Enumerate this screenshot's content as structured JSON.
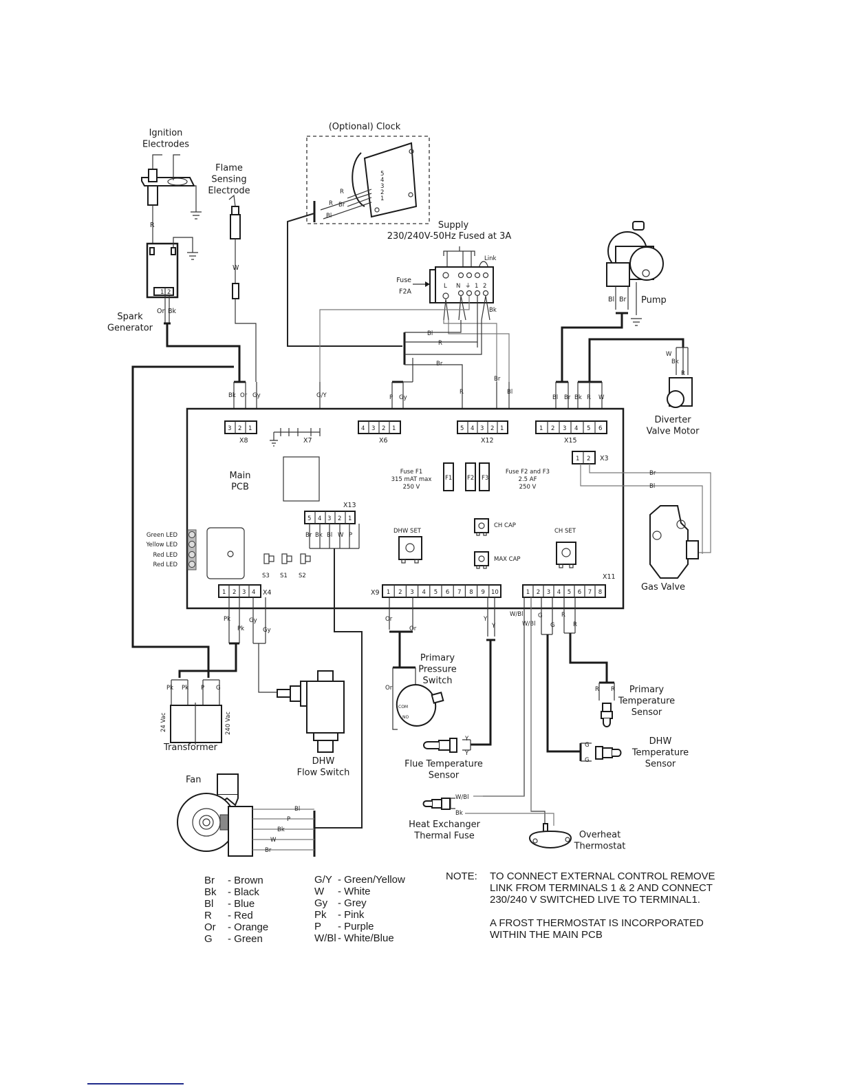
{
  "components": {
    "ignition_electrodes": "Ignition\nElectrodes",
    "flame_sensing_electrode": "Flame\nSensing\nElectrode",
    "spark_generator": "Spark\nGenerator",
    "clock": "(Optional) Clock",
    "clock_terminals": [
      "5",
      "4",
      "3",
      "2",
      "1"
    ],
    "clock_wires": [
      "R",
      "R",
      "Br",
      "Bl"
    ],
    "supply_line1": "Supply",
    "supply_line2": "230/240V-50Hz Fused at 3A",
    "supply_fuse": "Fuse\nF2A",
    "supply_link": "Link",
    "supply_terminals": [
      "L",
      "N",
      "⏚",
      "1",
      "2"
    ],
    "pump": "Pump",
    "diverter_valve_motor": "Diverter\nValve Motor",
    "gas_valve": "Gas Valve",
    "main_pcb": "Main\nPCB",
    "transformer": "Transformer",
    "transformer_24": "24 Vac",
    "transformer_240": "240 Vac",
    "dhw_flow_switch": "DHW\nFlow Switch",
    "fan": "Fan",
    "primary_pressure_switch": "Primary\nPressure\nSwitch",
    "pressure_com": "COM",
    "pressure_no": "NO",
    "flue_temperature_sensor": "Flue Temperature\nSensor",
    "primary_temperature_sensor": "Primary\nTemperature\nSensor",
    "dhw_temperature_sensor": "DHW\nTemperature\nSensor",
    "heat_exchanger_thermal_fuse": "Heat Exchanger\nThermal Fuse",
    "overheat_thermostat": "Overheat\nThermostat"
  },
  "pcb": {
    "fuse_f1": "Fuse F1\n315 mAT max\n250 V",
    "fuse_f2_f3": "Fuse F2 and F3\n2.5 AF\n250 V",
    "fuses": [
      "F1",
      "F2",
      "F3"
    ],
    "leds": [
      "Green LED",
      "Yellow LED",
      "Red LED",
      "Red LED"
    ],
    "switches": [
      "S3",
      "S1",
      "S2"
    ],
    "dhw_set": "DHW SET",
    "ch_set": "CH SET",
    "ch_cap": "CH CAP",
    "max_cap": "MAX CAP",
    "connectors": {
      "X8": {
        "name": "X8",
        "pins": [
          "3",
          "2",
          "1"
        ],
        "wires": [
          "Bk",
          "Or",
          "Gy"
        ]
      },
      "X7": {
        "name": "X7",
        "wires": [
          "G/Y"
        ]
      },
      "X6": {
        "name": "X6",
        "pins": [
          "4",
          "3",
          "2",
          "1"
        ],
        "wires": [
          "P",
          "Gy"
        ]
      },
      "X12": {
        "name": "X12",
        "pins": [
          "5",
          "4",
          "3",
          "2",
          "1"
        ],
        "wires": [
          "R",
          "Br",
          "Bl"
        ]
      },
      "X15": {
        "name": "X15",
        "pins": [
          "1",
          "2",
          "3",
          "4",
          "5",
          "6"
        ],
        "wires": [
          "Bl",
          "Br",
          "Bk",
          "R",
          "W"
        ]
      },
      "X3": {
        "name": "X3",
        "pins": [
          "1",
          "2"
        ],
        "wires": [
          "Br",
          "Bl"
        ]
      },
      "X13": {
        "name": "X13",
        "pins": [
          "5",
          "4",
          "3",
          "2",
          "1"
        ],
        "wires": [
          "Br",
          "Bk",
          "Bl",
          "W",
          "P"
        ]
      },
      "X4": {
        "name": "X4",
        "pins": [
          "1",
          "2",
          "3",
          "4"
        ],
        "wires": [
          "Pk",
          "Pk",
          "Gy",
          "Gy"
        ]
      },
      "X9": {
        "name": "X9",
        "pins": [
          "1",
          "2",
          "3",
          "4",
          "5",
          "6",
          "7",
          "8",
          "9",
          "10"
        ],
        "wires": [
          "Or",
          "Or",
          "Y",
          "Y"
        ]
      },
      "X11": {
        "name": "X11",
        "pins": [
          "1",
          "2",
          "3",
          "4",
          "5",
          "6",
          "7",
          "8"
        ],
        "wires": [
          "W/Bl",
          "W/Bl",
          "G",
          "G",
          "R",
          "R"
        ]
      }
    }
  },
  "wire_labels": {
    "ignition": "R",
    "flame": "W",
    "spark": [
      "Or",
      "Bk"
    ],
    "supply_bk": "Bk",
    "supply_harness": [
      "Bl",
      "R",
      "Br"
    ],
    "pump": [
      "Bl",
      "Br"
    ],
    "diverter": [
      "W",
      "Bk",
      "R"
    ],
    "transformer": [
      "Pk",
      "Pk",
      "P",
      "G"
    ],
    "pressure": [
      "Or",
      "Or"
    ],
    "flue": [
      "Y",
      "Y"
    ],
    "primary_temp": [
      "R",
      "R"
    ],
    "dhw_temp": [
      "G",
      "G"
    ],
    "thermal_fuse": [
      "W/Bl",
      "Bk"
    ],
    "fan": [
      "Bl",
      "P",
      "Bk",
      "W",
      "Br"
    ]
  },
  "legend": {
    "col1": [
      {
        "code": "Br",
        "name": "- Brown"
      },
      {
        "code": "Bk",
        "name": "- Black"
      },
      {
        "code": "Bl",
        "name": "- Blue"
      },
      {
        "code": "R",
        "name": "- Red"
      },
      {
        "code": "Or",
        "name": "- Orange"
      },
      {
        "code": "G",
        "name": "- Green"
      }
    ],
    "col2": [
      {
        "code": "G/Y",
        "name": "- Green/Yellow"
      },
      {
        "code": "W",
        "name": "- White"
      },
      {
        "code": "Gy",
        "name": "- Grey"
      },
      {
        "code": "Pk",
        "name": "- Pink"
      },
      {
        "code": "P",
        "name": "- Purple"
      },
      {
        "code": "W/Bl",
        "name": "- White/Blue"
      }
    ]
  },
  "note": {
    "label": "NOTE:",
    "para1": "TO CONNECT EXTERNAL CONTROL REMOVE LINK FROM TERMINALS 1 & 2 AND CONNECT 230/240 V SWITCHED LIVE TO TERMINAL1.",
    "para2": "A FROST THERMOSTAT IS INCORPORATED WITHIN THE MAIN PCB"
  }
}
